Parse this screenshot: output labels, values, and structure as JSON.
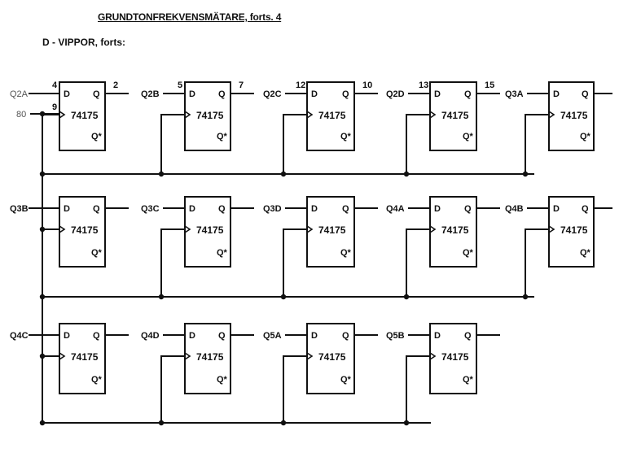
{
  "title": "GRUNDTONFREKVENSMÄTARE, forts. 4",
  "subtitle": "D - VIPPOR, forts:",
  "pin_labels": {
    "d": "D",
    "q": "Q",
    "qbar": "Q*"
  },
  "extra_labels": {
    "clock": "80"
  },
  "rows": [
    [
      {
        "input": "Q2A",
        "chip": "74175",
        "pin_d": "4",
        "pin_q": "2",
        "pin_clk": "9"
      },
      {
        "input": "Q2B",
        "chip": "74175",
        "pin_d": "5",
        "pin_q": "7"
      },
      {
        "input": "Q2C",
        "chip": "74175",
        "pin_d": "12",
        "pin_q": "10"
      },
      {
        "input": "Q2D",
        "chip": "74175",
        "pin_d": "13",
        "pin_q": "15"
      },
      {
        "input": "Q3A",
        "chip": "74175"
      }
    ],
    [
      {
        "input": "Q3B",
        "chip": "74175"
      },
      {
        "input": "Q3C",
        "chip": "74175"
      },
      {
        "input": "Q3D",
        "chip": "74175"
      },
      {
        "input": "Q4A",
        "chip": "74175"
      },
      {
        "input": "Q4B",
        "chip": "74175"
      }
    ],
    [
      {
        "input": "Q4C",
        "chip": "74175"
      },
      {
        "input": "Q4D",
        "chip": "74175"
      },
      {
        "input": "Q5A",
        "chip": "74175"
      },
      {
        "input": "Q5B",
        "chip": "74175"
      }
    ]
  ]
}
